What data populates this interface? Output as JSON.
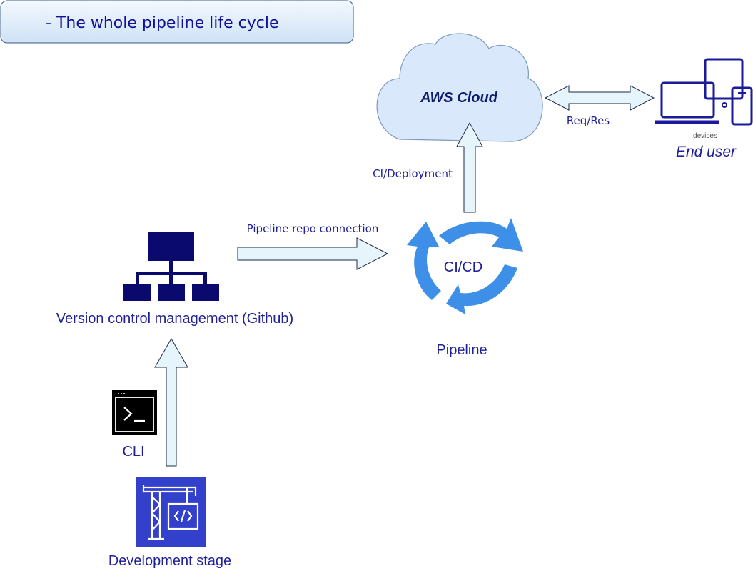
{
  "title": "- The whole pipeline life cycle",
  "nodes": {
    "cloud": "AWS Cloud",
    "devices_caption": "devices",
    "end_user": "End user",
    "vcs": "Version control management (Github)",
    "pipeline_center": "CI/CD",
    "pipeline": "Pipeline",
    "cli": "CLI",
    "dev_stage": "Development stage"
  },
  "edges": {
    "req_res": "Req/Res",
    "ci_deployment": "CI/Deployment",
    "repo_connection": "Pipeline repo connection"
  },
  "colors": {
    "title_bg": "#dbe9f8",
    "navy": "#0a0a6e",
    "text_blue": "#1f1f99",
    "cloud_fill": "#dae8fc",
    "arrow_fill": "#e6f4fb",
    "cicd_blue": "#3d8fe8",
    "dev_icon_bg": "#3340cc"
  },
  "icons": [
    "org-chart-icon",
    "cloud-icon",
    "devices-icon",
    "terminal-icon",
    "crane-code-icon",
    "cycle-arrows-icon"
  ]
}
